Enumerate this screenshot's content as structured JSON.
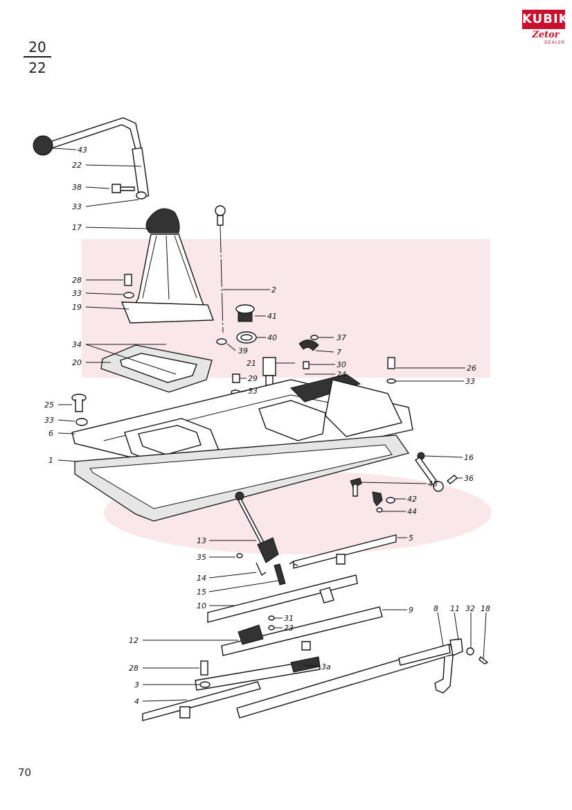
{
  "header": {
    "group_numerator": "20",
    "group_denominator": "22"
  },
  "logo": {
    "brand": "KUBIK",
    "sub": "Zetor",
    "dealer": "DEALER",
    "color": "#c8102e"
  },
  "page_number": "70",
  "callouts": [
    {
      "id": "c43",
      "label": "43"
    },
    {
      "id": "c22",
      "label": "22"
    },
    {
      "id": "c38",
      "label": "38"
    },
    {
      "id": "c33a",
      "label": "33"
    },
    {
      "id": "c17",
      "label": "17"
    },
    {
      "id": "c2",
      "label": "2"
    },
    {
      "id": "c28",
      "label": "28"
    },
    {
      "id": "c33b",
      "label": "33"
    },
    {
      "id": "c19",
      "label": "19"
    },
    {
      "id": "c41",
      "label": "41"
    },
    {
      "id": "c40",
      "label": "40"
    },
    {
      "id": "c34",
      "label": "34"
    },
    {
      "id": "c39",
      "label": "39"
    },
    {
      "id": "c37",
      "label": "37"
    },
    {
      "id": "c7",
      "label": "7"
    },
    {
      "id": "c30",
      "label": "30"
    },
    {
      "id": "c26",
      "label": "26"
    },
    {
      "id": "c20",
      "label": "20"
    },
    {
      "id": "c21",
      "label": "21"
    },
    {
      "id": "c24",
      "label": "24"
    },
    {
      "id": "c33c",
      "label": "33"
    },
    {
      "id": "c29",
      "label": "29"
    },
    {
      "id": "c33d",
      "label": "33"
    },
    {
      "id": "c25",
      "label": "25"
    },
    {
      "id": "c33e",
      "label": "33"
    },
    {
      "id": "c6",
      "label": "6"
    },
    {
      "id": "c1",
      "label": "1"
    },
    {
      "id": "c16",
      "label": "16"
    },
    {
      "id": "c36",
      "label": "36"
    },
    {
      "id": "c45",
      "label": "45"
    },
    {
      "id": "c42",
      "label": "42"
    },
    {
      "id": "c44",
      "label": "44"
    },
    {
      "id": "c13",
      "label": "13"
    },
    {
      "id": "c5",
      "label": "5"
    },
    {
      "id": "c35",
      "label": "35"
    },
    {
      "id": "c14",
      "label": "14"
    },
    {
      "id": "c15",
      "label": "15"
    },
    {
      "id": "c10",
      "label": "10"
    },
    {
      "id": "c9",
      "label": "9"
    },
    {
      "id": "c8",
      "label": "8"
    },
    {
      "id": "c11",
      "label": "11"
    },
    {
      "id": "c32",
      "label": "32"
    },
    {
      "id": "c18",
      "label": "18"
    },
    {
      "id": "c31",
      "label": "31"
    },
    {
      "id": "c23",
      "label": "23"
    },
    {
      "id": "c12",
      "label": "12"
    },
    {
      "id": "c28b",
      "label": "28"
    },
    {
      "id": "c3a",
      "label": "3a"
    },
    {
      "id": "c3",
      "label": "3"
    },
    {
      "id": "c4",
      "label": "4"
    }
  ]
}
